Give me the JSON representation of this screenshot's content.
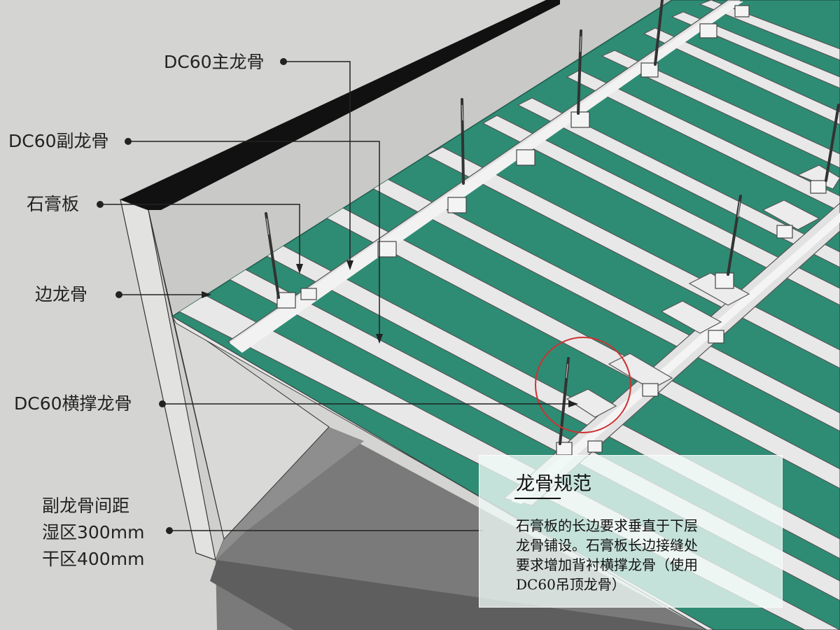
{
  "labels": {
    "main_keel": "DC60主龙骨",
    "secondary_keel": "DC60副龙骨",
    "gypsum_board": "石膏板",
    "edge_keel": "边龙骨",
    "cross_brace_keel": "DC60横撑龙骨",
    "spacing": [
      "副龙骨间距",
      "湿区300mm",
      "干区400mm"
    ]
  },
  "note": {
    "title": "龙骨规范",
    "lines": [
      "石膏板的长边要求垂直于下层",
      "龙骨铺设。石膏板长边接缝处",
      "要求增加背衬横撑龙骨（使用",
      "DC60吊顶龙骨）"
    ]
  },
  "colors": {
    "wall": "#d4d4d2",
    "board": "#2e8c74",
    "keel": "#e6e6e6",
    "beam": "#111111",
    "floor": "#7a7a7a",
    "highlight": "#cc3333"
  }
}
